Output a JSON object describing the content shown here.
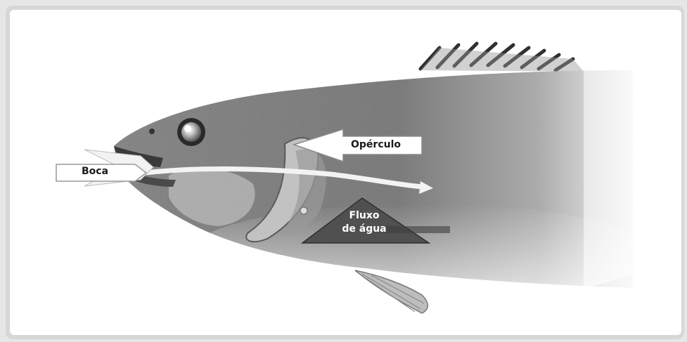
{
  "diagram": {
    "labels": {
      "mouth": "Boca",
      "operculum": "Opérculo",
      "water_flow_line1": "Fluxo",
      "water_flow_line2": "de água"
    }
  }
}
